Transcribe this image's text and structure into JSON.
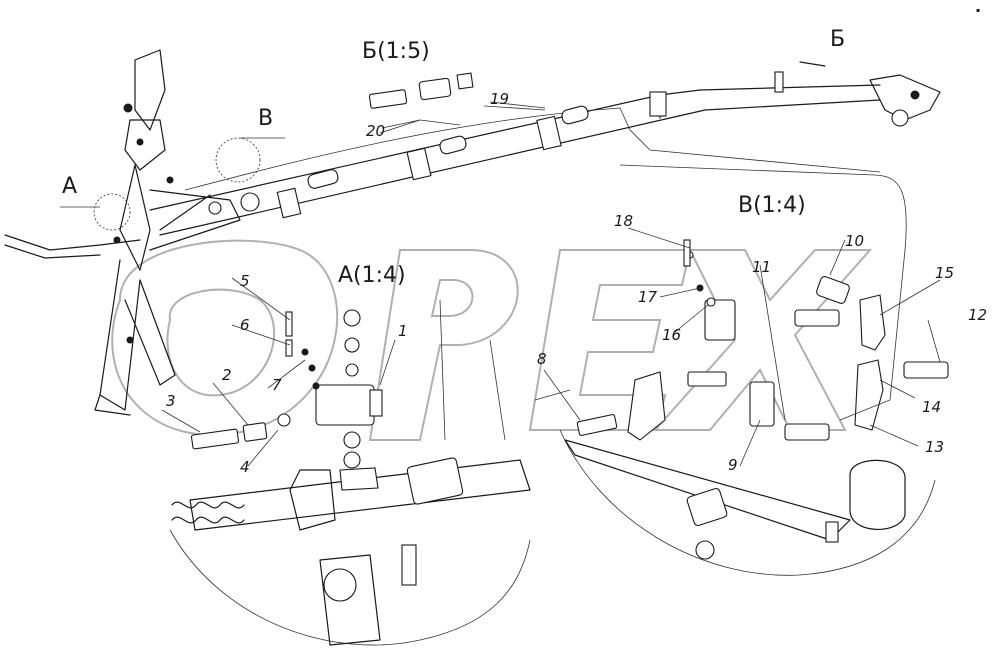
{
  "watermark": "OPEX",
  "view_labels": {
    "A": "А",
    "B_top": "Б",
    "V": "В",
    "A_scale": "А(1:4)",
    "B_scale": "Б(1:5)",
    "V_scale": "В(1:4)"
  },
  "callouts": {
    "n1": "1",
    "n2": "2",
    "n3": "3",
    "n4": "4",
    "n5": "5",
    "n6": "6",
    "n7": "7",
    "n8": "8",
    "n9": "9",
    "n10": "10",
    "n11": "11",
    "n12": "12",
    "n13": "13",
    "n14": "14",
    "n15": "15",
    "n16": "16",
    "n17": "17",
    "n18": "18",
    "n19": "19",
    "n20": "20"
  },
  "corner_mark": "▪"
}
